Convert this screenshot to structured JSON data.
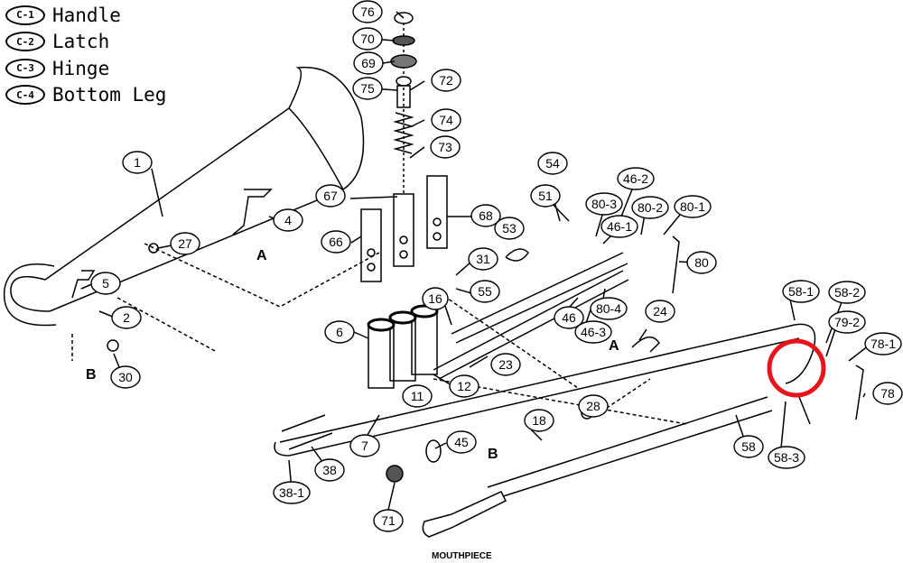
{
  "legend": [
    {
      "code": "C-1",
      "label": "Handle"
    },
    {
      "code": "C-2",
      "label": "Latch"
    },
    {
      "code": "C-3",
      "label": "Hinge"
    },
    {
      "code": "C-4",
      "label": "Bottom Leg"
    }
  ],
  "callouts": {
    "c1": "1",
    "c2": "2",
    "c4": "4",
    "c5": "5",
    "c6": "6",
    "c7": "7",
    "c11": "11",
    "c12": "12",
    "c16": "16",
    "c18": "18",
    "c23": "23",
    "c24": "24",
    "c27": "27",
    "c28": "28",
    "c30": "30",
    "c31": "31",
    "c38": "38",
    "c38_1": "38-1",
    "c45": "45",
    "c46": "46",
    "c46_1": "46-1",
    "c46_2": "46-2",
    "c46_3": "46-3",
    "c51": "51",
    "c53": "53",
    "c54": "54",
    "c55": "55",
    "c58": "58",
    "c58_1": "58-1",
    "c58_2": "58-2",
    "c58_3": "58-3",
    "c66": "66",
    "c67": "67",
    "c68": "68",
    "c69": "69",
    "c70": "70",
    "c71": "71",
    "c72": "72",
    "c73": "73",
    "c74": "74",
    "c75": "75",
    "c76": "76",
    "c78": "78",
    "c78_1": "78-1",
    "c79_2": "79-2",
    "c80": "80",
    "c80_1": "80-1",
    "c80_2": "80-2",
    "c80_3": "80-3",
    "c80_4": "80-4"
  },
  "section_marks": {
    "a1": "A",
    "a2": "A",
    "b1": "B",
    "b2": "B"
  },
  "mouthpiece_label": "MOUTHPIECE",
  "highlight_color": "#e8141b"
}
